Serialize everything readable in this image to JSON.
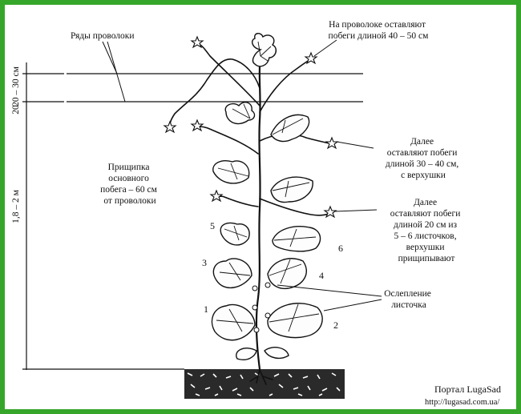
{
  "labels": {
    "wire_rows": "Ряды проволоки",
    "dim_wires": "20 – 30 см",
    "dim_20": "20",
    "dim_height": "1,8 – 2 м",
    "top_shoots": [
      "На проволоке оставляют",
      "побеги длиной 40 – 50 см"
    ],
    "pinch_main": [
      "Прищипка",
      "основного",
      "побега  –  60 см",
      "от проволоки"
    ],
    "next_30_40": [
      "Далее",
      "оставляют побеги",
      "длиной 30 – 40 см,",
      "с верхушки"
    ],
    "next_20": [
      "Далее",
      "оставляют побеги",
      "длиной 20 см из",
      "5 – 6 листочков,",
      "верхушки",
      "прищипывают"
    ],
    "blinding": [
      "Ослепление",
      "листочка"
    ]
  },
  "leaf_numbers": [
    "1",
    "2",
    "3",
    "4",
    "5",
    "6"
  ],
  "footer": {
    "portal": "Портал LugaSad",
    "url": "http://lugasad.com.ua/"
  },
  "colors": {
    "frame": "#35a62a",
    "ink": "#111111"
  }
}
